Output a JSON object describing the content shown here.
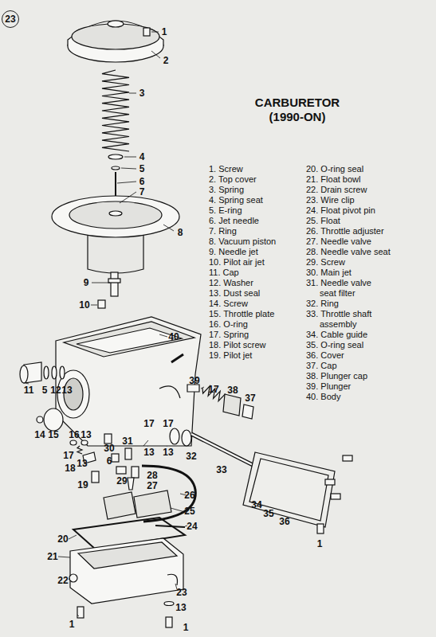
{
  "diagram": {
    "title": "CARBURETOR (1990-ON)",
    "nodes": [
      {
        "text": [
          "23"
        ]
      }
    ],
    "labels": [
      "1",
      "2",
      "3",
      "4",
      "5",
      "6",
      "7",
      "8",
      "9",
      "10",
      "40",
      "11",
      "5",
      "12",
      "13",
      "39",
      "17",
      "38",
      "37",
      "14",
      "15",
      "16",
      "13",
      "31",
      "17",
      "17",
      "17",
      "13",
      "30",
      "13",
      "13",
      "32",
      "33",
      "18",
      "6",
      "29",
      "28",
      "27",
      "19",
      "26",
      "25",
      "24",
      "34",
      "35",
      "36",
      "1",
      "20",
      "21",
      "22",
      "23",
      "13",
      "1",
      "1",
      "1. Screw",
      "2. Top cover",
      "3. Spring",
      "4. Spring seat",
      "5. E-ring",
      "6. Jet needle",
      "7. Ring",
      "8. Vacuum piston",
      "9. Needle jet",
      "10. Pilot air jet",
      "11. Cap",
      "12. Washer",
      "13. Dust seal",
      "14. Screw",
      "15. Throttle plate",
      "16. O-ring",
      "17. Spring",
      "18. Pilot screw",
      "19. Pilot jet",
      "20. O-ring seal",
      "21. Float bowl",
      "22. Drain screw",
      "23. Wire clip",
      "24. Float pivot pin",
      "25. Float",
      "26. Throttle adjuster",
      "27. Needle valve",
      "28. Needle valve seat",
      "29. Screw",
      "30. Main jet",
      "31. Needle valve seat filter",
      "32. Ring",
      "33. Throttle shaft assembly",
      "34. Cable guide",
      "35. O-ring seal",
      "36. Cover",
      "37. Cap",
      "38. Plunger cap",
      "39. Plunger",
      "40. Body"
    ]
  }
}
